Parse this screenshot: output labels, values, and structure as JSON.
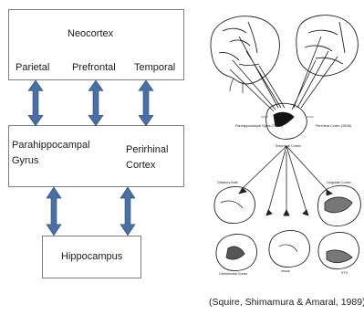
{
  "flowchart": {
    "neocortex": {
      "title": "Neocortex",
      "regions": [
        "Parietal",
        "Prefrontal",
        "Temporal"
      ]
    },
    "parahippocampal": {
      "line1": "Parahippocampal",
      "line2": "Gyrus"
    },
    "perirhinal": {
      "line1": "Perirhinal",
      "line2": "Cortex"
    },
    "hippocampus": {
      "title": "Hippocampus"
    }
  },
  "figure": {
    "labels": {
      "parahippocampal": "Parahippocampal Gyrus (TF/TH)",
      "perirhinal": "Perirhinal Cortex (35/36)",
      "entorhinal": "Entorhinal Cortex",
      "olfactory_bulb": "Olfactory Bulb",
      "cingulate": "Cingulate Cortex",
      "orbitofrontal": "Orbitofrontal Cortex",
      "insula": "Insula",
      "stg": "STG"
    },
    "caption": "(Squire, Shimamura & Amaral, 1989)"
  },
  "colors": {
    "arrow": "#4a6fa5",
    "box_border": "#7f7f7f"
  }
}
